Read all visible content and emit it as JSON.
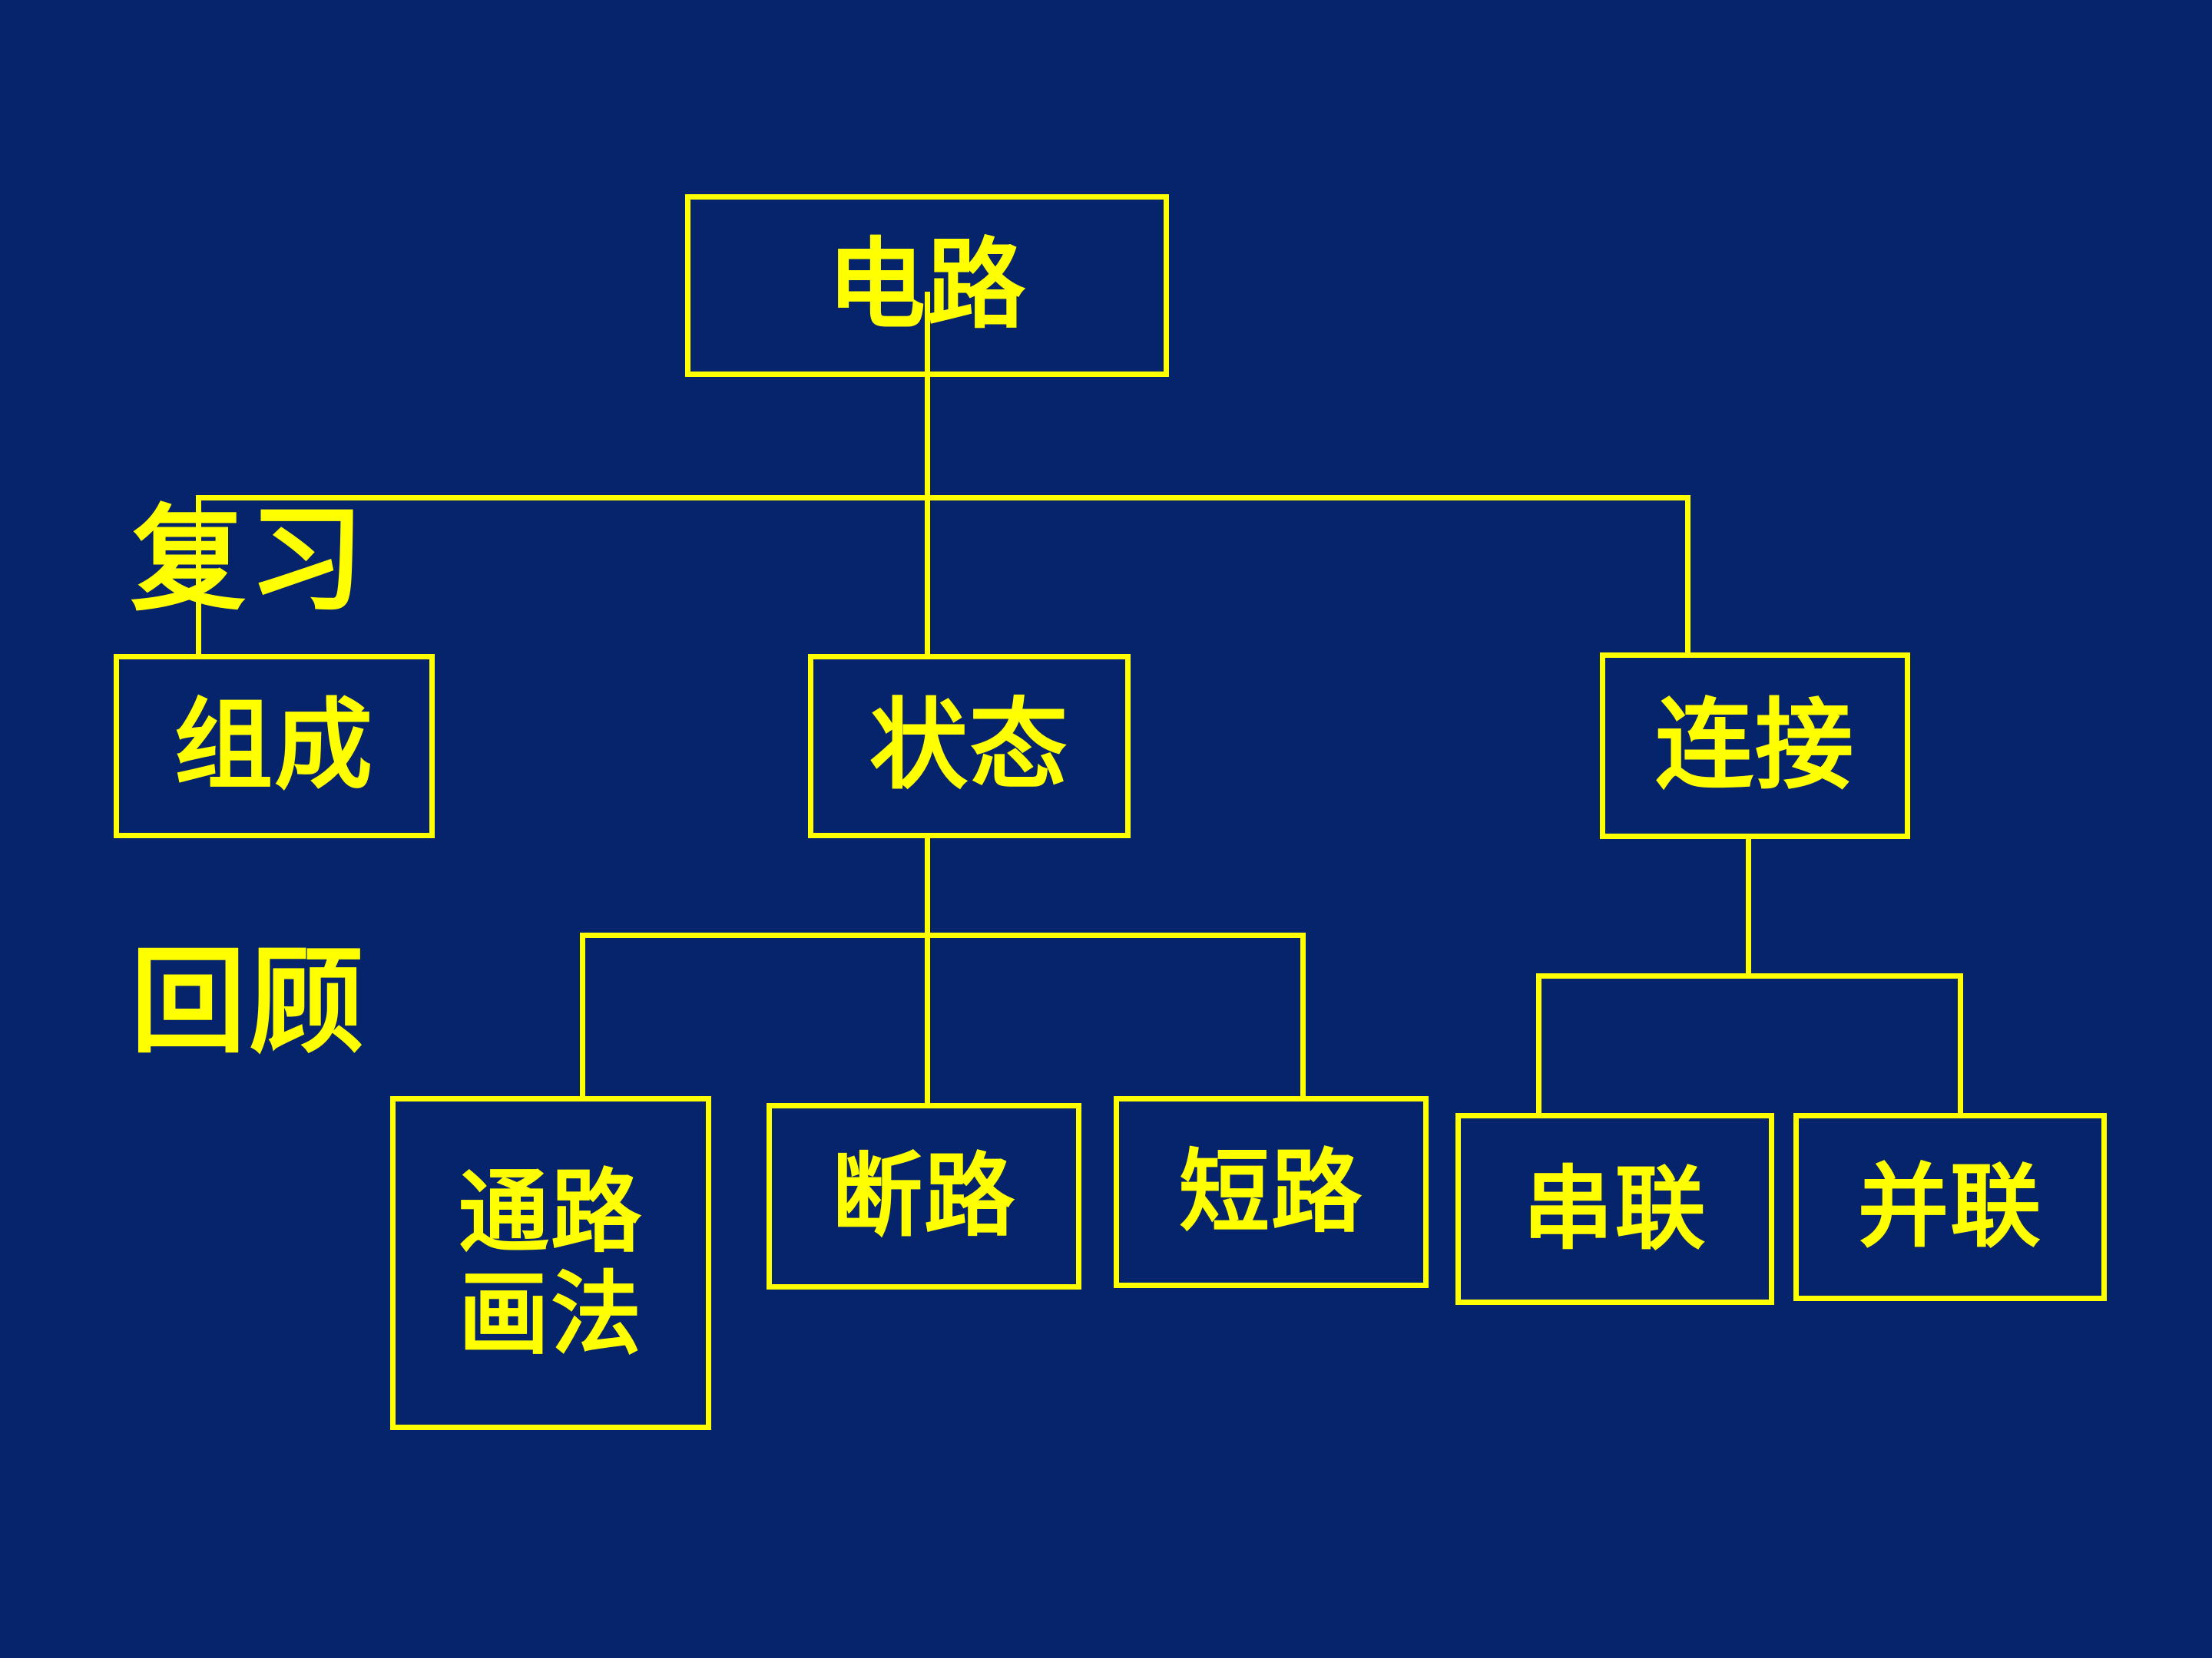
{
  "slide": {
    "background_color": "#05246b",
    "accent_color": "#ffff00",
    "title": {
      "line1": "复习",
      "line2": "回顾"
    }
  },
  "diagram": {
    "type": "hierarchy-tree",
    "root": {
      "id": "circuit",
      "label": "电路"
    },
    "nodes": [
      {
        "id": "circuit",
        "label": "电路",
        "level": 1,
        "parent": null
      },
      {
        "id": "compose",
        "label": "组成",
        "level": 2,
        "parent": "circuit"
      },
      {
        "id": "state",
        "label": "状态",
        "level": 2,
        "parent": "circuit"
      },
      {
        "id": "connect",
        "label": "连接",
        "level": 2,
        "parent": "circuit"
      },
      {
        "id": "closed",
        "label": "通路\n画法",
        "level": 3,
        "parent": "state"
      },
      {
        "id": "open",
        "label": "断路",
        "level": 3,
        "parent": "state"
      },
      {
        "id": "short",
        "label": "短路",
        "level": 3,
        "parent": "state"
      },
      {
        "id": "series",
        "label": "串联",
        "level": 3,
        "parent": "connect"
      },
      {
        "id": "parallel",
        "label": "并联",
        "level": 3,
        "parent": "connect"
      }
    ]
  }
}
